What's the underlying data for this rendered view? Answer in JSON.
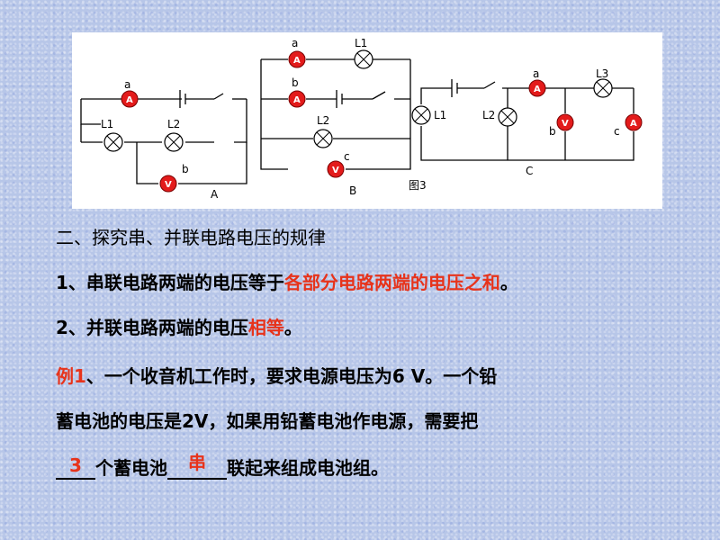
{
  "diagram": {
    "meter_a": "A",
    "meter_v": "V",
    "circuit_a": {
      "label": "A",
      "point_a": "a",
      "point_b": "b",
      "lamp1": "L1",
      "lamp2": "L2"
    },
    "circuit_b": {
      "label": "B",
      "point_a": "a",
      "point_b": "b",
      "point_c": "c",
      "lamp1": "L1",
      "lamp2": "L2"
    },
    "circuit_c": {
      "label": "C",
      "point_a": "a",
      "point_b": "b",
      "point_c": "c",
      "lamp1": "L1",
      "lamp2": "L2",
      "lamp3": "L3"
    },
    "figure_label": "图3"
  },
  "text": {
    "heading": "二、探究串、并联电路电压的规律",
    "rule1_prefix": "1、串联电路两端的电压等于",
    "rule1_highlight": "各部分电路两端的电压之和",
    "rule1_suffix": "。",
    "rule2_prefix": "2、并联电路两端的电压",
    "rule2_highlight": "相等",
    "rule2_suffix": "。",
    "example_label": "例1",
    "example_line1": "、一个收音机工作时，要求电源电压为6 V。一个铅",
    "example_line2": "蓄电池的电压是2V，如果用铅蓄电池作电源，需要把",
    "answer1": "3",
    "mid_text": "个蓄电池",
    "answer2": "串",
    "end_text": "联起来组成电池组。"
  }
}
